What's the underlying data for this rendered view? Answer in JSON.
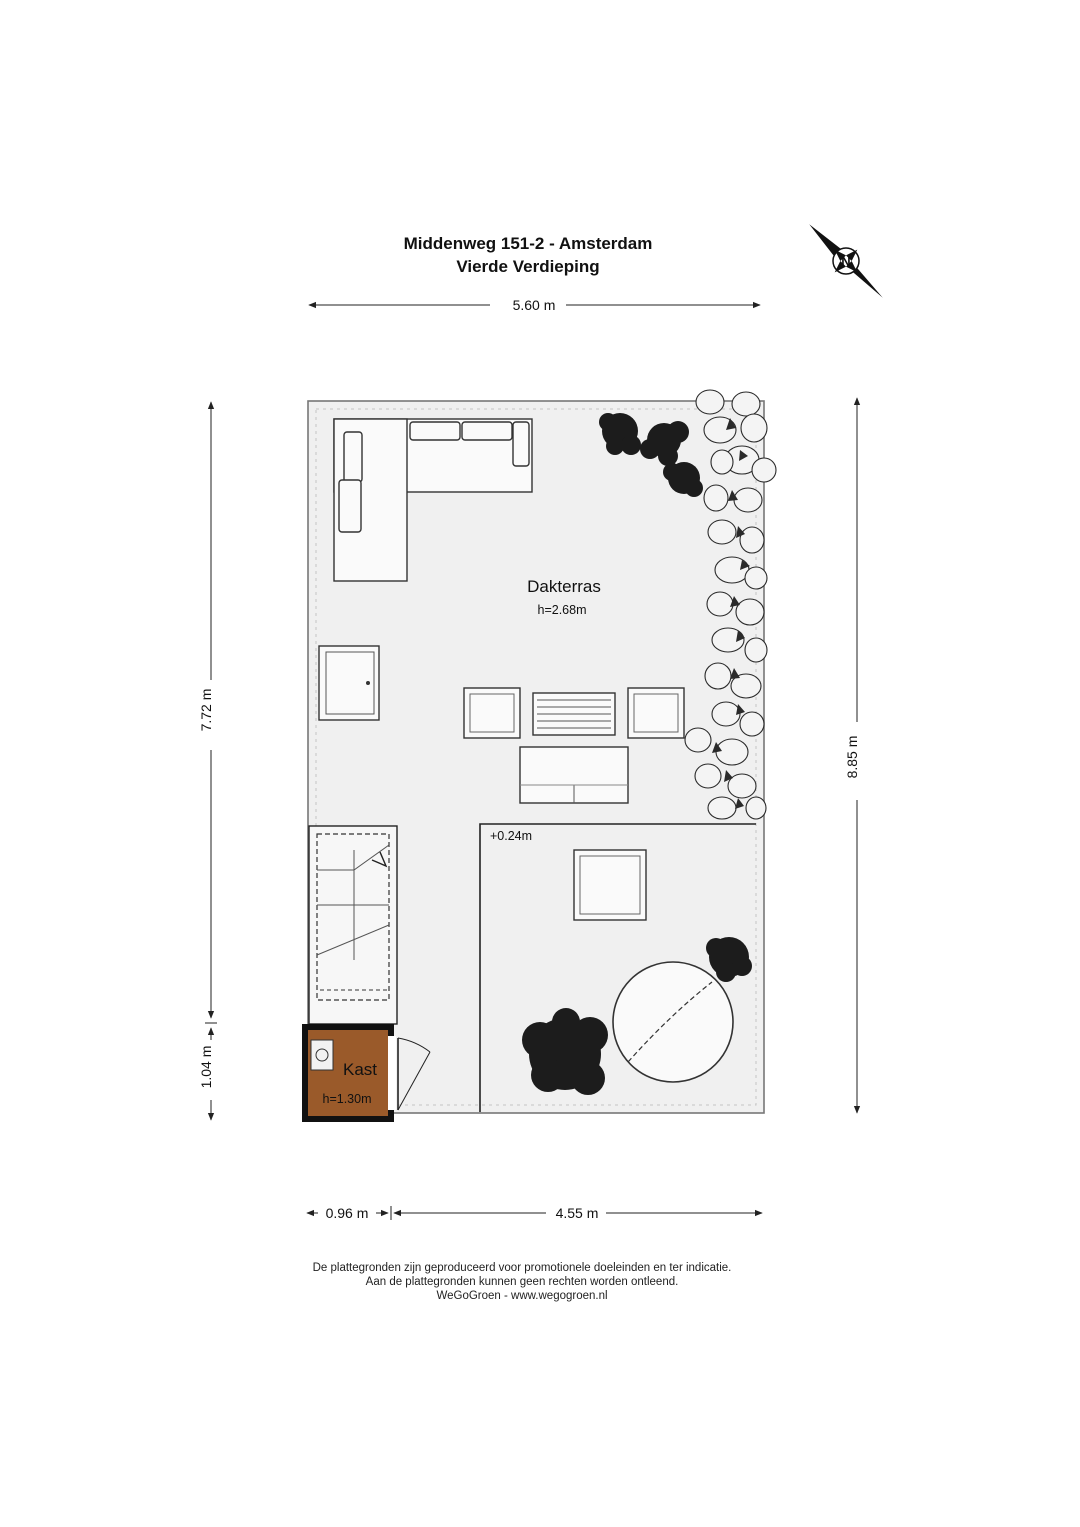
{
  "header": {
    "address": "Middenweg 151-2 - Amsterdam",
    "floor": "Vierde Verdieping"
  },
  "compass": {
    "label": "N",
    "icon": "north-arrow-icon"
  },
  "dimensions": {
    "top_width": "5.60 m",
    "left_upper": "7.72 m",
    "left_lower": "1.04 m",
    "right_height": "8.85 m",
    "bottom_left": "0.96 m",
    "bottom_right": "4.55 m"
  },
  "rooms": {
    "terrace": {
      "name": "Dakterras",
      "height": "h=2.68m"
    },
    "raised_level": "+0.24m",
    "storage": {
      "name": "Kast",
      "height": "h=1.30m",
      "color": "#9a5a2a"
    }
  },
  "disclaimer": {
    "line1": "De plattegronden zijn geproduceerd voor promotionele doeleinden en ter indicatie.",
    "line2": "Aan de plattegronden kunnen geen rechten worden ontleend.",
    "line3": "WeGoGroen -  www.wegogroen.nl"
  },
  "colors": {
    "floor": "#f0f0f0",
    "background": "#ffffff"
  }
}
